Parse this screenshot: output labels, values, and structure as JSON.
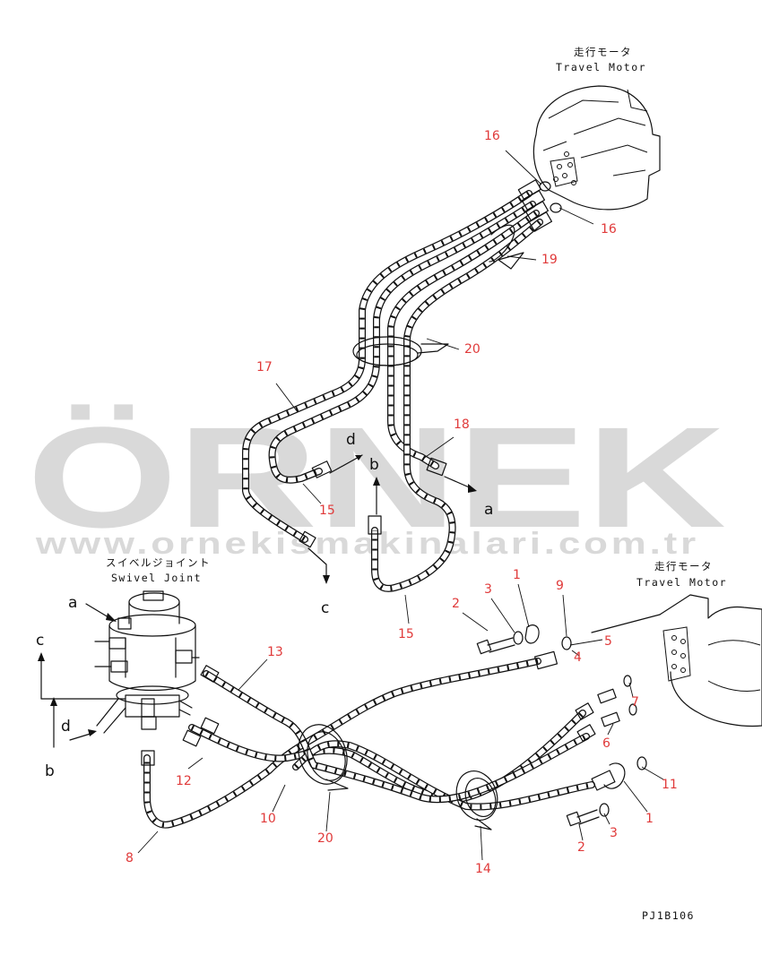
{
  "watermark": {
    "brand": "ÖRNEK",
    "url": "www.ornekismakinalari.com.tr"
  },
  "labels": {
    "travel_motor_top_jp": "走行モータ",
    "travel_motor_top_en": "Travel Motor",
    "travel_motor_right_jp": "走行モータ",
    "travel_motor_right_en": "Travel Motor",
    "swivel_joint_jp": "スイベルジョイント",
    "swivel_joint_en": "Swivel Joint",
    "drawing_code": "PJ1B106"
  },
  "direction_letters": {
    "a_upper": "a",
    "b_upper": "b",
    "c_upper": "c",
    "d_upper": "d",
    "a_lower": "a",
    "b_lower": "b",
    "c_lower": "c",
    "d_lower": "d"
  },
  "callouts": {
    "c16a": "16",
    "c16b": "16",
    "c19": "19",
    "c20a": "20",
    "c17": "17",
    "c18": "18",
    "c15a": "15",
    "c15b": "15",
    "c2a": "2",
    "c3a": "3",
    "c1a": "1",
    "c9": "9",
    "c5": "5",
    "c4": "4",
    "c13": "13",
    "c7": "7",
    "c6": "6",
    "c12": "12",
    "c11": "11",
    "c10": "10",
    "c1b": "1",
    "c3b": "3",
    "c2b": "2",
    "c8": "8",
    "c20b": "20",
    "c14": "14"
  },
  "colors": {
    "callout": "#e03a3a",
    "ink": "#111111",
    "watermark": "#d9d9d9",
    "watermark_accent": "#f2d94a"
  }
}
